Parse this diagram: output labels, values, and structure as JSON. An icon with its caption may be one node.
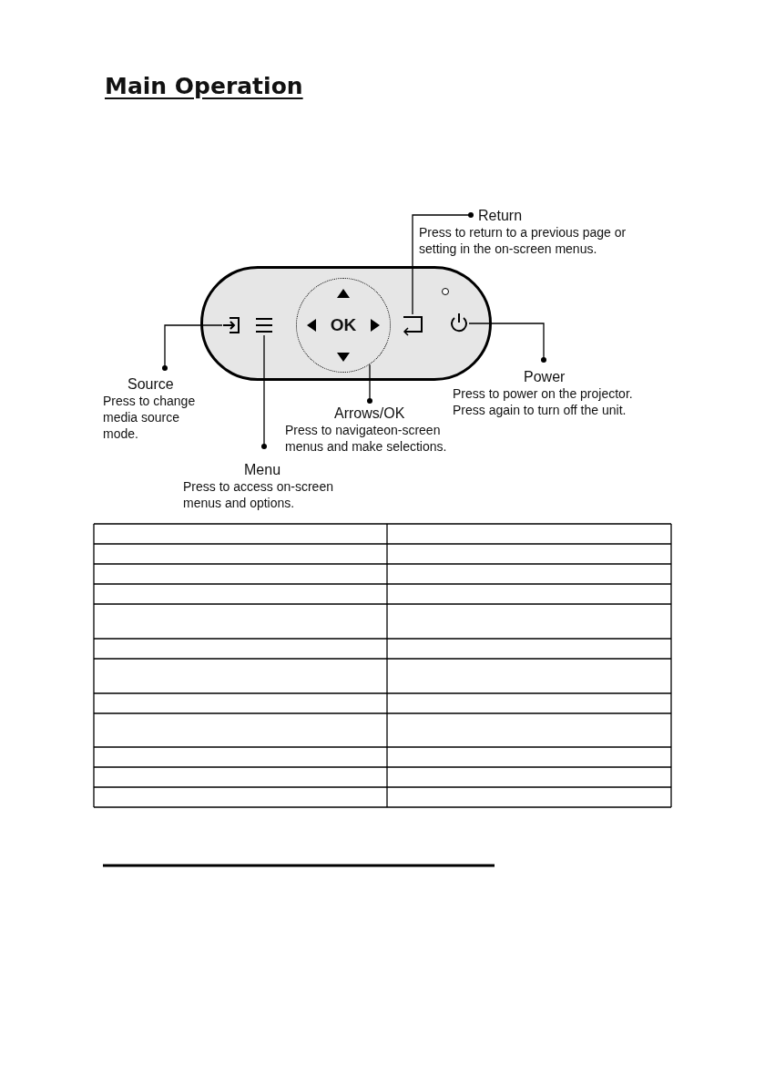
{
  "diagram": {
    "title": "Main Operation",
    "nodes": [
      {
        "text": [
          "Return",
          "Press to return to a previous page or setting in the on-screen menus."
        ]
      },
      {
        "text": [],
        "shape": "box"
      },
      {
        "text": [],
        "shape": "icon",
        "in": 1
      },
      {
        "text": [],
        "shape": "icon",
        "in": 1
      },
      {
        "text": [
          "OK"
        ],
        "in": 1
      },
      {
        "text": [],
        "shape": "icon",
        "in": 1
      },
      {
        "text": [],
        "shape": "icon",
        "in": 1
      },
      {
        "text": [
          "Source",
          "Press to change media source mode."
        ]
      },
      {
        "text": [
          "Power",
          "Press to power on the projector. Press again to turn off the unit."
        ]
      },
      {
        "text": [
          "Arrows/OK",
          "Press to navigateon-screen menus and make selections."
        ]
      },
      {
        "text": [
          "Menu",
          "Press to access on-screen menus and options."
        ]
      }
    ],
    "edges": [
      {
        "from": 0,
        "to": 5,
        "arrow": "other"
      },
      {
        "from": 7,
        "to": 2,
        "arrow": "other"
      },
      {
        "from": 8,
        "to": 6,
        "arrow": "other"
      },
      {
        "from": 9,
        "to": 4,
        "arrow": "other"
      },
      {
        "from": 10,
        "to": 3,
        "arrow": "other"
      }
    ]
  }
}
